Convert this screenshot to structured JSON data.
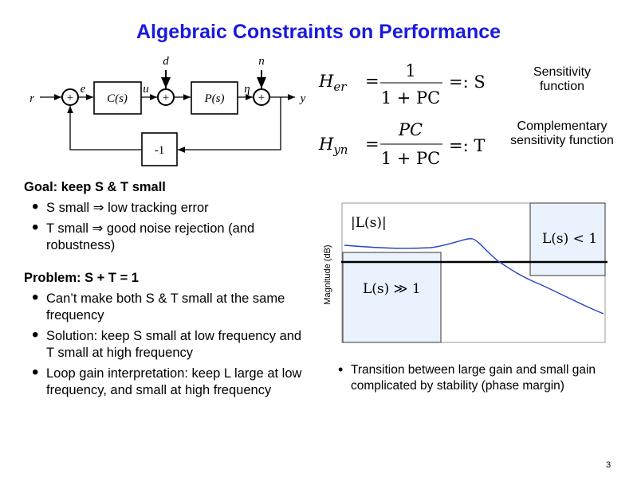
{
  "title": "Algebraic Constraints on Performance",
  "diagram": {
    "signals": {
      "r": "r",
      "e": "e",
      "u": "u",
      "d": "d",
      "eta": "η",
      "n": "n",
      "y": "y"
    },
    "blocks": {
      "controller": "C(s)",
      "plant": "P(s)",
      "feedback": "-1"
    },
    "sum_sign": "+"
  },
  "equations": {
    "her_lhs": "H",
    "her_sub": "er",
    "her_num": "1",
    "her_den": "1 + PC",
    "her_rhs": "=: S",
    "hyn_lhs": "H",
    "hyn_sub": "yn",
    "hyn_num": "PC",
    "hyn_den": "1 + PC",
    "hyn_rhs": "=: T",
    "eq_sign": "="
  },
  "labels": {
    "sensitivity": "Sensitivity function",
    "complementary": "Complementary sensitivity function"
  },
  "goal": {
    "heading": "Goal: keep S & T small",
    "bullets": [
      "S small ⇒ low tracking error",
      "T small ⇒ good noise rejection (and robustness)"
    ]
  },
  "problem": {
    "heading": "Problem: S + T = 1",
    "bullets": [
      "Can’t make both S & T small at the same frequency",
      "Solution: keep S small at low frequency and T small at high frequency",
      "Loop gain interpretation: keep L large at low frequency, and small at high frequency"
    ]
  },
  "plot": {
    "ylabel": "Magnitude (dB)",
    "curve_label": "|L(s)|",
    "low_box_label": "L(s) ≫ 1",
    "high_box_label": "L(s) < 1",
    "box_fill": "#eaf2fd",
    "curve_color": "#2845c0"
  },
  "note": "Transition between large gain and small gain complicated by stability (phase margin)",
  "page_number": "3"
}
